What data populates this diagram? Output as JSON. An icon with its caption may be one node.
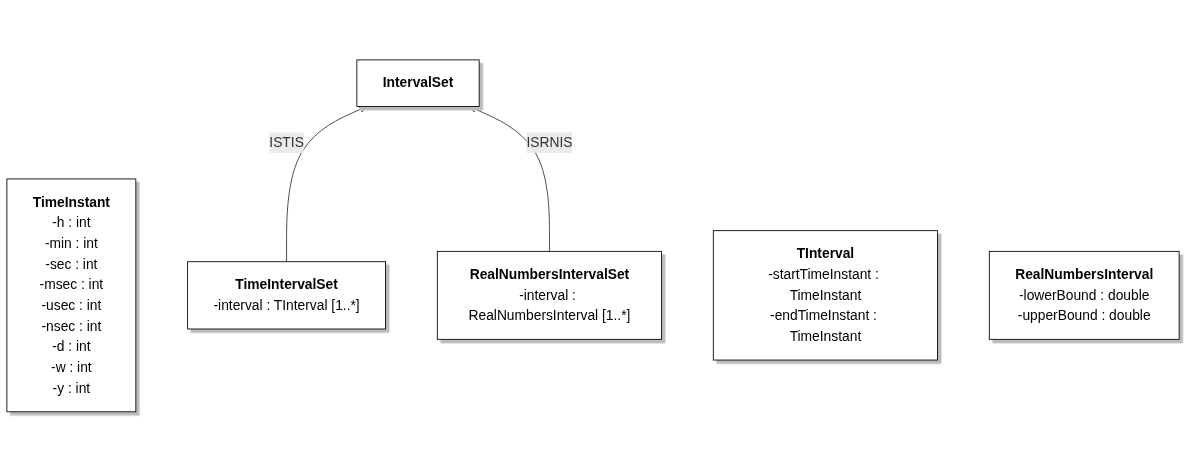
{
  "diagram": {
    "nodes": [
      {
        "text": [
          "TimeInstant",
          "-h : int",
          "-min : int",
          "-sec : int",
          "-msec : int",
          "-usec : int",
          "-nsec : int",
          "-d : int",
          "-w : int",
          "-y : int"
        ]
      },
      {
        "text": [
          "IntervalSet"
        ]
      },
      {
        "text": [
          "TimeIntervalSet",
          "-interval : TInterval [1..*]"
        ]
      },
      {
        "text": [
          "RealNumbersIntervalSet",
          "-interval : RealNumbersInterval [1..*]"
        ]
      },
      {
        "text": [
          "TInterval",
          "-startTimeInstant : TimeInstant",
          "-endTimeInstant : TimeInstant"
        ]
      },
      {
        "text": [
          "RealNumbersInterval",
          "-lowerBound : double",
          "-upperBound : double"
        ]
      }
    ],
    "edges": [
      {
        "from": 2,
        "to": 1,
        "arrow": "to",
        "label": "ISTIS"
      },
      {
        "from": 3,
        "to": 1,
        "arrow": "to",
        "label": "ISRNIS"
      }
    ]
  }
}
